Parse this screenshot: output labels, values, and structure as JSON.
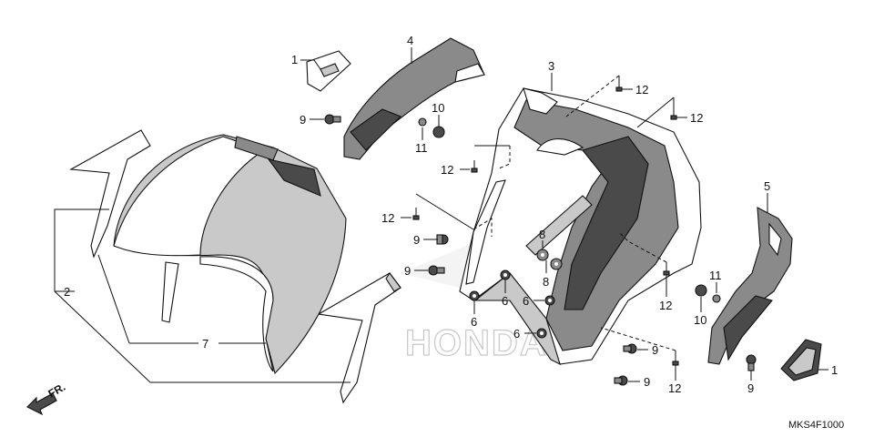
{
  "diagram_code": "MKS4F1000",
  "direction_label": "FR.",
  "callouts": {
    "c1a": "1",
    "c1b": "1",
    "c2": "2",
    "c3": "3",
    "c4": "4",
    "c5": "5",
    "c6a": "6",
    "c6b": "6",
    "c6c": "6",
    "c6d": "6",
    "c7": "7",
    "c8a": "8",
    "c8b": "8",
    "c9a": "9",
    "c9b": "9",
    "c9c": "9",
    "c9d": "9",
    "c9e": "9",
    "c9f": "9",
    "c10a": "10",
    "c10b": "10",
    "c11a": "11",
    "c11b": "11",
    "c12a": "12",
    "c12b": "12",
    "c12c": "12",
    "c12d": "12",
    "c12e": "12",
    "c12f": "12"
  },
  "watermark": "HONDA",
  "colors": {
    "line": "#111111",
    "shade_dark": "#4a4a4a",
    "shade_mid": "#8a8a8a",
    "shade_light": "#c9c9c9"
  }
}
